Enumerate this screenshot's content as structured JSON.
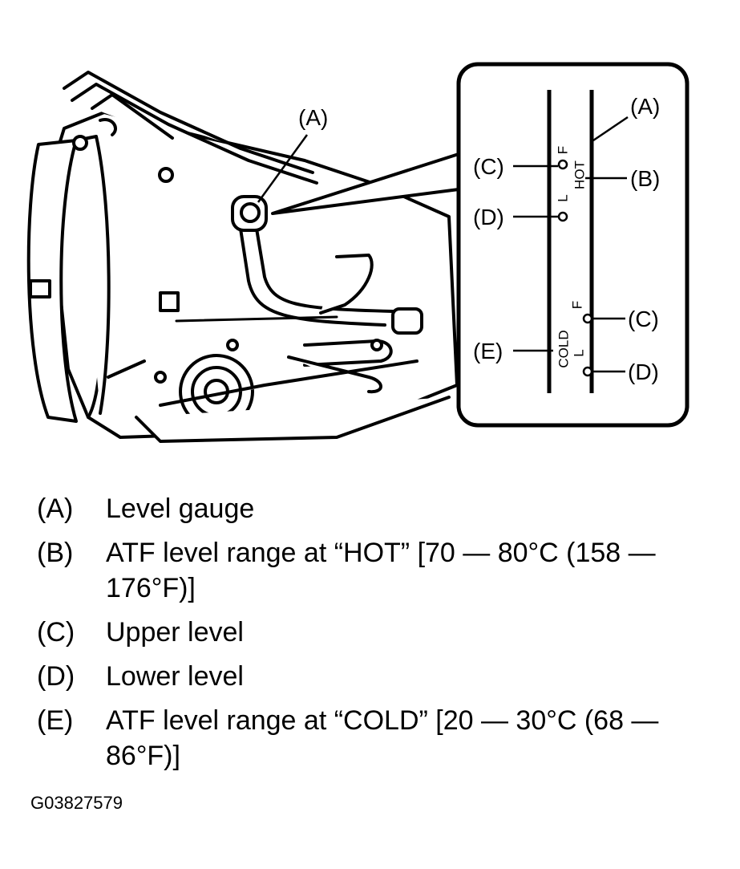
{
  "figure": {
    "main_callout": "(A)",
    "inset": {
      "callouts": {
        "a": "(A)",
        "b": "(B)",
        "c_hot": "(C)",
        "d_hot": "(D)",
        "c_cold": "(C)",
        "d_cold": "(D)",
        "e": "(E)"
      },
      "gauge_text": {
        "hot_full": "F",
        "hot_low": "L",
        "hot": "HOT",
        "cold": "COLD",
        "cold_full": "F",
        "cold_low": "L"
      }
    }
  },
  "legend": [
    {
      "key": "(A)",
      "text": "Level gauge"
    },
    {
      "key": "(B)",
      "text": "ATF level range at “HOT” [70 — 80°C (158 — 176°F)]"
    },
    {
      "key": "(C)",
      "text": "Upper level"
    },
    {
      "key": "(D)",
      "text": "Lower level"
    },
    {
      "key": "(E)",
      "text": "ATF level range at “COLD” [20 — 30°C (68 — 86°F)]"
    }
  ],
  "figure_code": "G03827579"
}
